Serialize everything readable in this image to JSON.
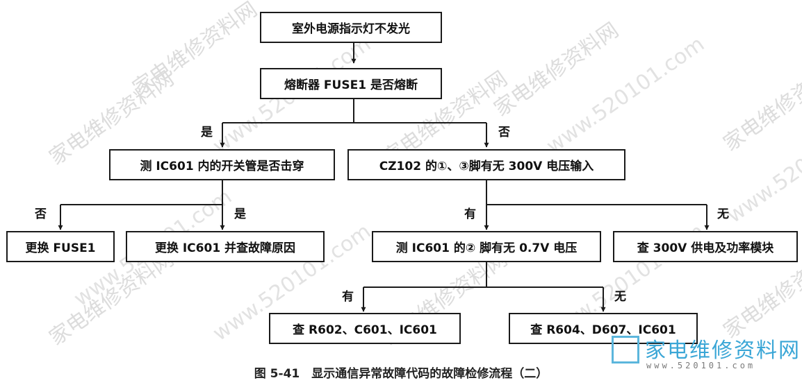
{
  "boxes": {
    "start": "室外电源指示灯不发光",
    "fuse_check": "熔断器 FUSE1 是否熔断",
    "ic601_switch": "测 IC601 内的开关管是否击穿",
    "cz102_input": "CZ102 的①、③脚有无 300V 电压输入",
    "replace_fuse": "更换 FUSE1",
    "replace_ic601": "更换 IC601 并查故障原因",
    "ic601_07v": "测 IC601 的② 脚有无 0.7V 电压",
    "check_300v": "查 300V 供电及功率模块",
    "check_r602": "查 R602、C601、IC601",
    "check_r604": "查 R604、D607、IC601"
  },
  "labels": {
    "yes_1": "是",
    "no_1": "否",
    "no_2": "否",
    "yes_2": "是",
    "have_1": "有",
    "none_1": "无",
    "have_2": "有",
    "none_2": "无"
  },
  "caption": "图 5-41　显示通信异常故障代码的故障检修流程（二）",
  "watermark": {
    "cn": "家电维修资料网",
    "url": "www.520101.com",
    "logo_text": "家电维修资料网",
    "logo_url": "www.520101.com"
  },
  "colors": {
    "line": "#1a1a1a",
    "watermark": "#dcdcdc",
    "logo": "#3aa6d6"
  }
}
